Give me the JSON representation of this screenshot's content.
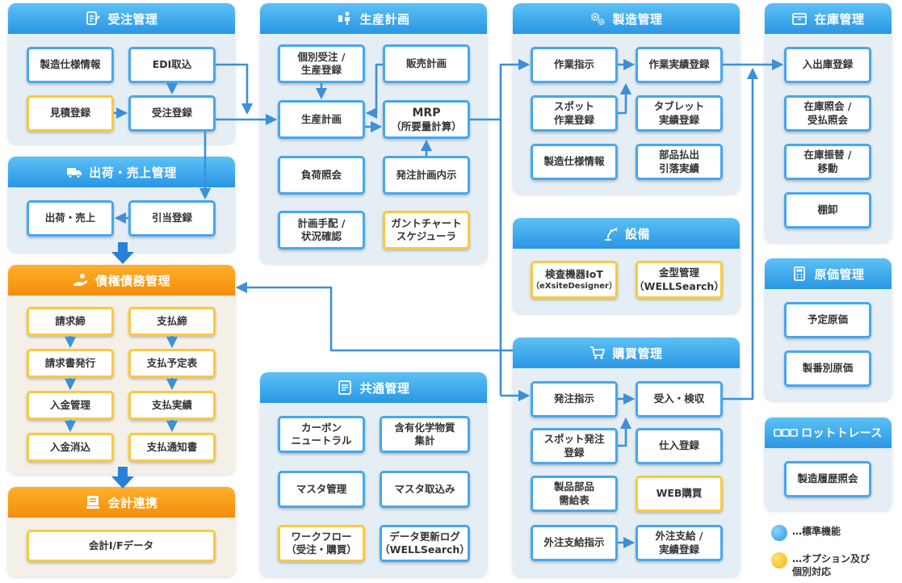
{
  "colors": {
    "standard": "#45a8ee",
    "option": "#fbc93b",
    "header_blue": "#2a96e4",
    "header_orange": "#f38d09",
    "line": "#3d8fd8"
  },
  "sections": {
    "juchu": {
      "title": "受注管理",
      "icon": "clipboard-list-icon",
      "boxes": [
        "製造仕様情報",
        "EDI取込",
        "見積登録",
        "受注登録"
      ]
    },
    "shukka": {
      "title": "出荷・売上管理",
      "icon": "delivery-truck-icon",
      "boxes": [
        "出荷・売上",
        "引当登録"
      ]
    },
    "saiken": {
      "title": "債権債務管理",
      "icon": "coin-hand-icon",
      "boxes": [
        "請求締",
        "請求書発行",
        "入金管理",
        "入金消込",
        "支払締",
        "支払予定表",
        "支払実績",
        "支払通知書"
      ]
    },
    "kaikei": {
      "title": "会計連携",
      "icon": "ledger-icon",
      "boxes": [
        "会計I/Fデータ"
      ]
    },
    "seisan": {
      "title": "生産計画",
      "icon": "planner-icon",
      "boxes": [
        "個別受注 /\n生産登録",
        "販売計画",
        "生産計画",
        "MRP",
        "（所要量計算）",
        "負荷照会",
        "発注計画内示",
        "計画手配 /\n状況確認",
        "ガントチャート\nスケジューラ"
      ]
    },
    "kyotsu": {
      "title": "共通管理",
      "icon": "document-icon",
      "boxes": [
        "カーボン\nニュートラル",
        "含有化学物質\n集計",
        "マスタ管理",
        "マスタ取込み",
        "ワークフロー\n（受注・購買）",
        "データ更新ログ\n（WELLSearch）"
      ]
    },
    "seizo": {
      "title": "製造管理",
      "icon": "gears-icon",
      "boxes": [
        "作業指示",
        "作業実績登録",
        "スポット\n作業登録",
        "タブレット\n実績登録",
        "製造仕様情報",
        "部品払出\n引落実績"
      ]
    },
    "setsubi": {
      "title": "設備",
      "icon": "robot-arm-icon",
      "boxes": [
        "検査機器IoT",
        "（eXsiteDesigner）",
        "金型管理\n（WELLSearch）"
      ]
    },
    "kobai": {
      "title": "購買管理",
      "icon": "shopping-cart-icon",
      "boxes": [
        "発注指示",
        "受入・検収",
        "スポット発注\n登録",
        "仕入登録",
        "製品部品\n需給表",
        "WEB購買",
        "外注支給指示",
        "外注支給 /\n実績登録"
      ]
    },
    "zaiko": {
      "title": "在庫管理",
      "icon": "box-icon",
      "boxes": [
        "入出庫登録",
        "在庫照会 /\n受払照会",
        "在庫振替 /\n移動",
        "棚卸"
      ]
    },
    "genka": {
      "title": "原価管理",
      "icon": "calculator-icon",
      "boxes": [
        "予定原価",
        "製番別原価"
      ]
    },
    "lot": {
      "title": "ロットトレース",
      "icon": "lot-chain-icon",
      "boxes": [
        "製造履歴照会"
      ]
    }
  },
  "legend": {
    "standard": "…標準機能",
    "option": "…オプション及び\n個別対応"
  }
}
